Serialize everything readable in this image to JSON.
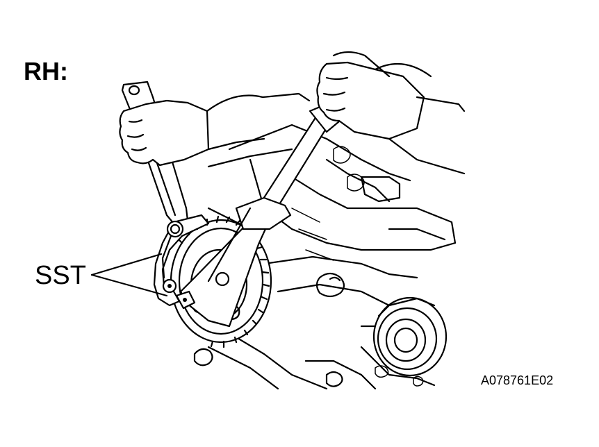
{
  "labels": {
    "side": "RH:",
    "tool": "SST",
    "figure_id": "A078761E02"
  },
  "colors": {
    "line": "#000000",
    "background": "#ffffff"
  }
}
